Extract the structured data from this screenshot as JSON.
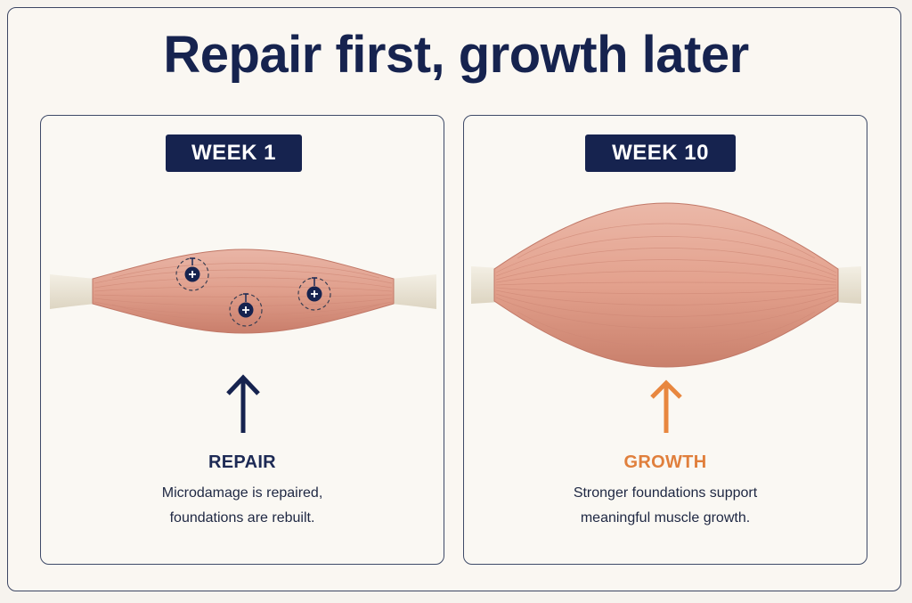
{
  "title": "Repair first, growth later",
  "panels": [
    {
      "week": "WEEK 1",
      "label": "REPAIR",
      "desc_lines": [
        "Microdamage is repaired,",
        "foundations are rebuilt."
      ],
      "arrow_color": "#16234f"
    },
    {
      "week": "WEEK 10",
      "label": "GROWTH",
      "desc_lines": [
        "Stronger foundations support",
        "meaningful muscle growth."
      ],
      "arrow_color": "#e8873f"
    }
  ],
  "colors": {
    "navy": "#16234f",
    "orange": "#e07f3c",
    "muscle": "#e3a08e",
    "tendon": "#ece6d8"
  },
  "icons": [
    "repair-site-icon",
    "up-arrow-icon"
  ]
}
